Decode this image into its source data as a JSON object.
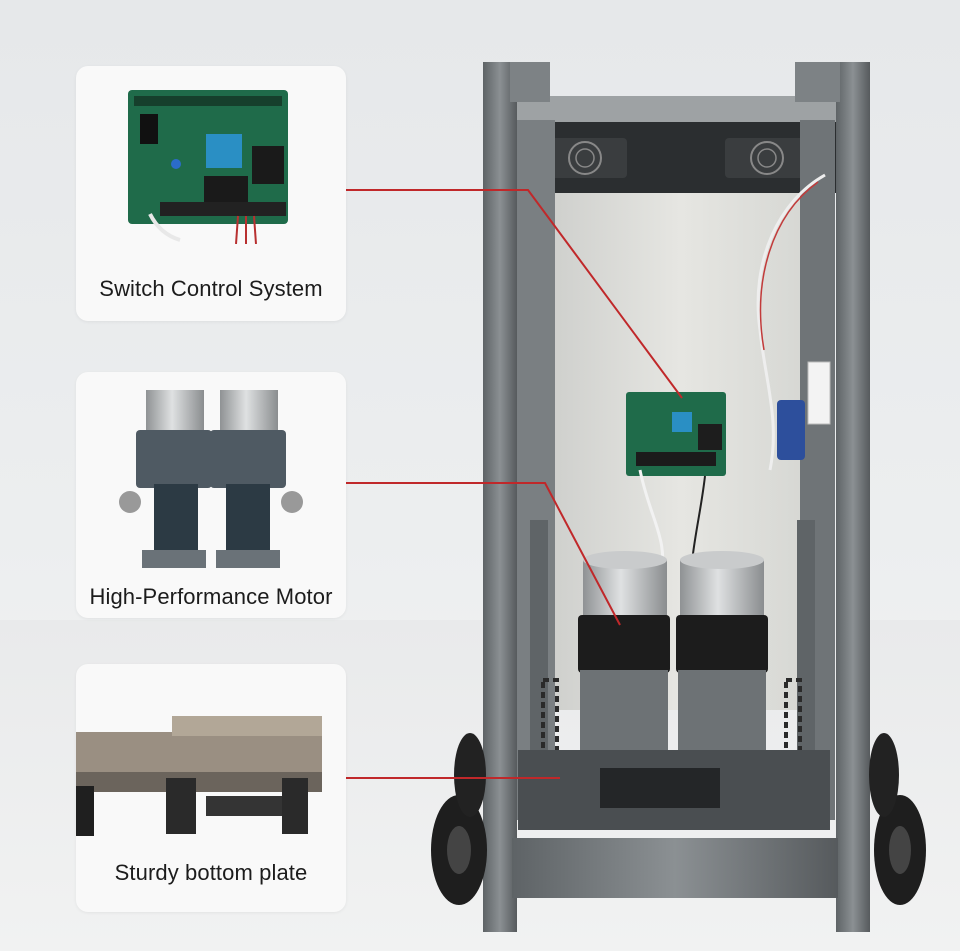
{
  "callouts": [
    {
      "label": "Switch Control System",
      "icon": "control-board"
    },
    {
      "label": "High-Performance Motor",
      "icon": "motor-pair"
    },
    {
      "label": "Sturdy bottom plate",
      "icon": "bottom-plate"
    }
  ],
  "colors": {
    "leader_line": "#c0282a",
    "frame_steel": "#6b7073",
    "pcb_green": "#1f6b4a",
    "relay_blue": "#2a8fc4",
    "motor_silver": "#b9bcbe",
    "background": "#e9ebec"
  }
}
